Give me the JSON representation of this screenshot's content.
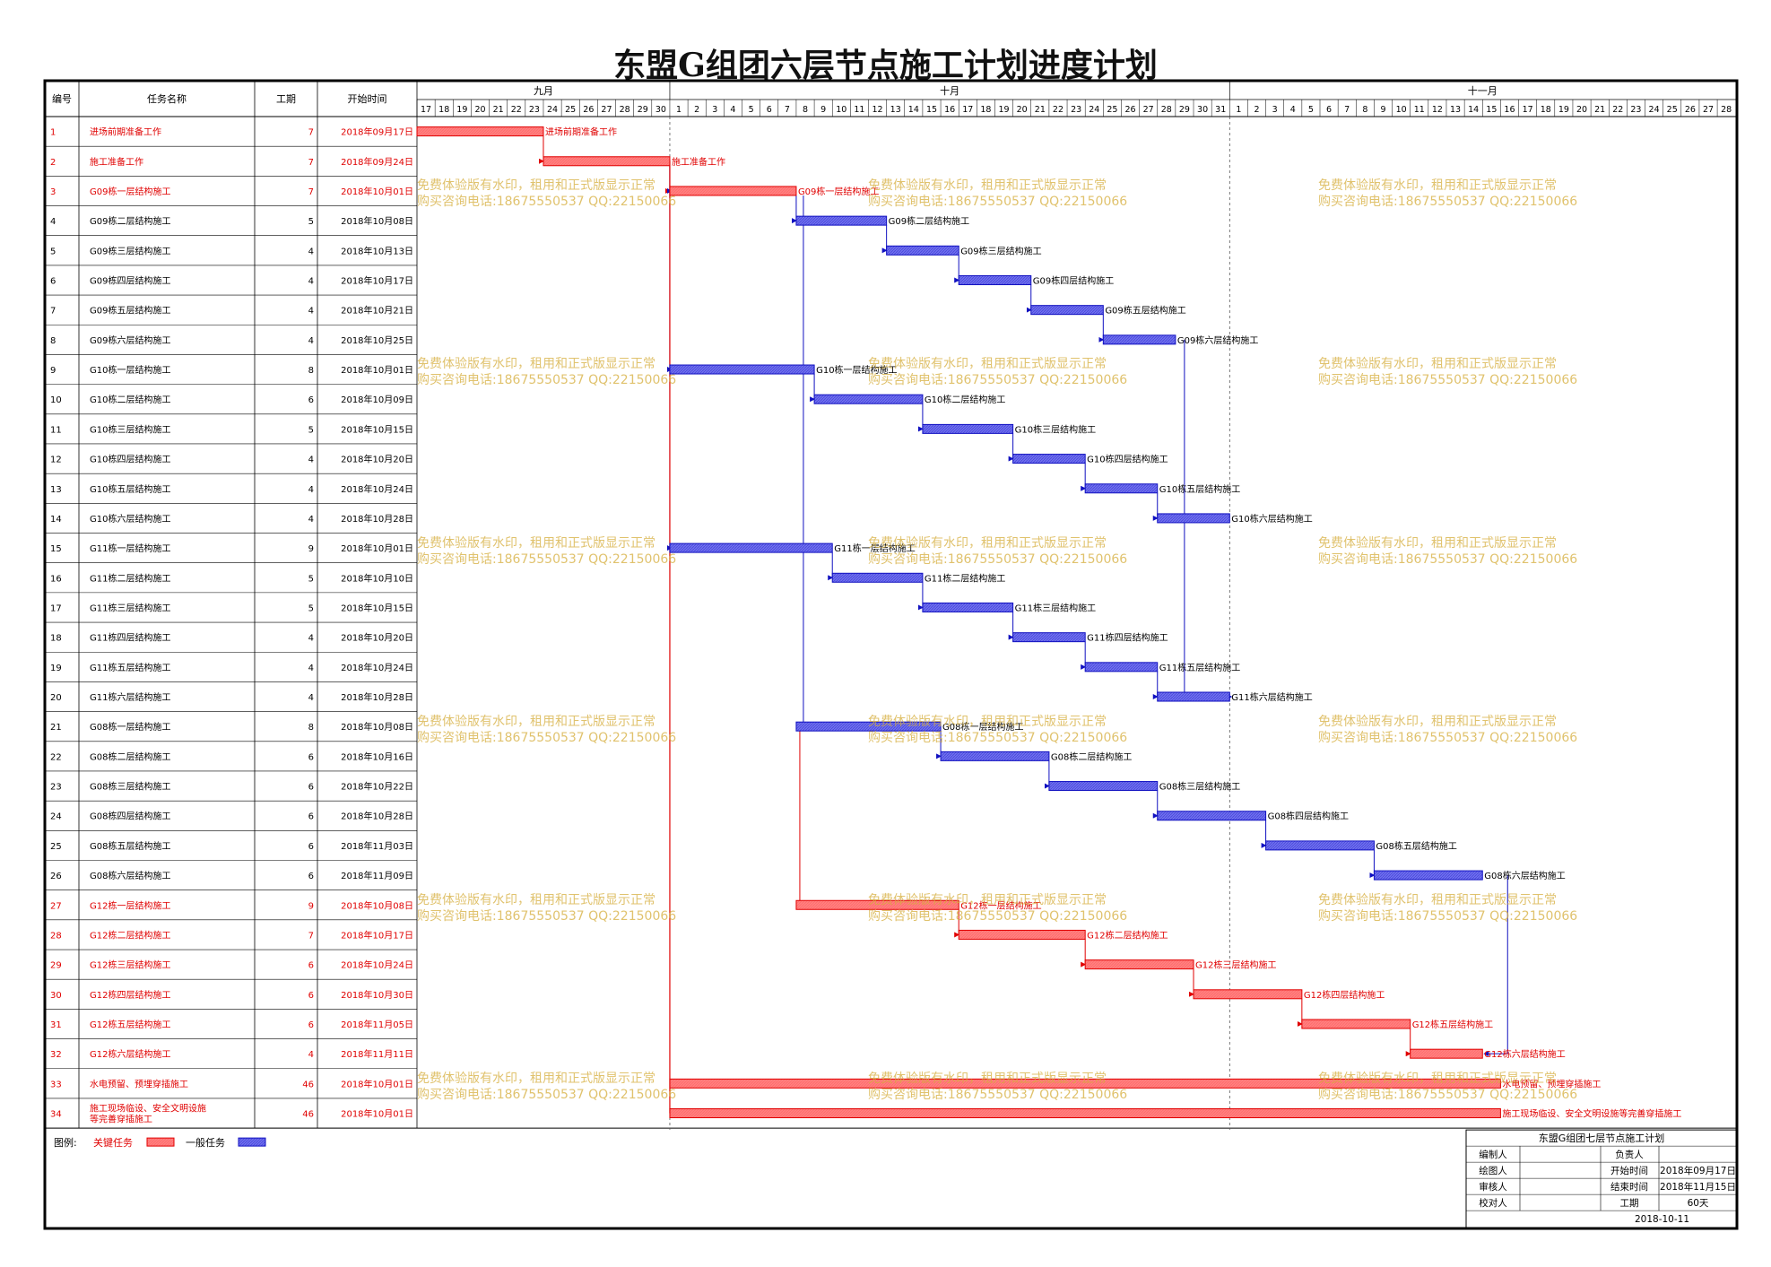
{
  "title": "东盟G组团六层节点施工计划进度计划",
  "columns": {
    "id": "编号",
    "name": "任务名称",
    "duration": "工期",
    "start": "开始时间"
  },
  "months": [
    "九月",
    "十月",
    "十一月"
  ],
  "colors": {
    "critical_fill": "#ff8080",
    "critical_stroke": "#e00000",
    "critical_text": "#e00000",
    "normal_fill": "#7070f0",
    "normal_stroke": "#1010c0",
    "normal_text": "#000000"
  },
  "legend": {
    "label": "图例:",
    "critical": "关键任务",
    "normal": "一般任务"
  },
  "watermark": {
    "line1": "免费体验版有水印，租用和正式版显示正常",
    "line2": "购买咨询电话:18675550537 QQ:22150066"
  },
  "info_box": {
    "header": "东盟G组团七层节点施工计划",
    "compiler": "编制人",
    "owner": "负责人",
    "drafter": "绘图人",
    "start_label": "开始时间",
    "start_value": "2018年09月17日",
    "reviewer": "审核人",
    "end_label": "结束时间",
    "end_value": "2018年11月15日",
    "checker": "校对人",
    "dur_label": "工期",
    "dur_value": "60天",
    "date": "2018-10-11"
  },
  "chart_data": {
    "type": "gantt",
    "title": "东盟G组团六层节点施工计划进度计划",
    "x_axis": {
      "start": "2018-09-17",
      "end": "2018-11-28",
      "unit": "day"
    },
    "tasks": [
      {
        "id": "1",
        "name": "进场前期准备工作",
        "duration": 7,
        "start_label": "2018年09月17日",
        "start": "2018-09-17",
        "critical": true
      },
      {
        "id": "2",
        "name": "施工准备工作",
        "duration": 7,
        "start_label": "2018年09月24日",
        "start": "2018-09-24",
        "critical": true
      },
      {
        "id": "3",
        "name": "G09栋一层结构施工",
        "duration": 7,
        "start_label": "2018年10月01日",
        "start": "2018-10-01",
        "critical": true
      },
      {
        "id": "4",
        "name": "G09栋二层结构施工",
        "duration": 5,
        "start_label": "2018年10月08日",
        "start": "2018-10-08",
        "critical": false
      },
      {
        "id": "5",
        "name": "G09栋三层结构施工",
        "duration": 4,
        "start_label": "2018年10月13日",
        "start": "2018-10-13",
        "critical": false
      },
      {
        "id": "6",
        "name": "G09栋四层结构施工",
        "duration": 4,
        "start_label": "2018年10月17日",
        "start": "2018-10-17",
        "critical": false
      },
      {
        "id": "7",
        "name": "G09栋五层结构施工",
        "duration": 4,
        "start_label": "2018年10月21日",
        "start": "2018-10-21",
        "critical": false
      },
      {
        "id": "8",
        "name": "G09栋六层结构施工",
        "duration": 4,
        "start_label": "2018年10月25日",
        "start": "2018-10-25",
        "critical": false
      },
      {
        "id": "9",
        "name": "G10栋一层结构施工",
        "duration": 8,
        "start_label": "2018年10月01日",
        "start": "2018-10-01",
        "critical": false
      },
      {
        "id": "10",
        "name": "G10栋二层结构施工",
        "duration": 6,
        "start_label": "2018年10月09日",
        "start": "2018-10-09",
        "critical": false
      },
      {
        "id": "11",
        "name": "G10栋三层结构施工",
        "duration": 5,
        "start_label": "2018年10月15日",
        "start": "2018-10-15",
        "critical": false
      },
      {
        "id": "12",
        "name": "G10栋四层结构施工",
        "duration": 4,
        "start_label": "2018年10月20日",
        "start": "2018-10-20",
        "critical": false
      },
      {
        "id": "13",
        "name": "G10栋五层结构施工",
        "duration": 4,
        "start_label": "2018年10月24日",
        "start": "2018-10-24",
        "critical": false
      },
      {
        "id": "14",
        "name": "G10栋六层结构施工",
        "duration": 4,
        "start_label": "2018年10月28日",
        "start": "2018-10-28",
        "critical": false
      },
      {
        "id": "15",
        "name": "G11栋一层结构施工",
        "duration": 9,
        "start_label": "2018年10月01日",
        "start": "2018-10-01",
        "critical": false
      },
      {
        "id": "16",
        "name": "G11栋二层结构施工",
        "duration": 5,
        "start_label": "2018年10月10日",
        "start": "2018-10-10",
        "critical": false
      },
      {
        "id": "17",
        "name": "G11栋三层结构施工",
        "duration": 5,
        "start_label": "2018年10月15日",
        "start": "2018-10-15",
        "critical": false
      },
      {
        "id": "18",
        "name": "G11栋四层结构施工",
        "duration": 4,
        "start_label": "2018年10月20日",
        "start": "2018-10-20",
        "critical": false
      },
      {
        "id": "19",
        "name": "G11栋五层结构施工",
        "duration": 4,
        "start_label": "2018年10月24日",
        "start": "2018-10-24",
        "critical": false
      },
      {
        "id": "20",
        "name": "G11栋六层结构施工",
        "duration": 4,
        "start_label": "2018年10月28日",
        "start": "2018-10-28",
        "critical": false
      },
      {
        "id": "21",
        "name": "G08栋一层结构施工",
        "duration": 8,
        "start_label": "2018年10月08日",
        "start": "2018-10-08",
        "critical": false
      },
      {
        "id": "22",
        "name": "G08栋二层结构施工",
        "duration": 6,
        "start_label": "2018年10月16日",
        "start": "2018-10-16",
        "critical": false
      },
      {
        "id": "23",
        "name": "G08栋三层结构施工",
        "duration": 6,
        "start_label": "2018年10月22日",
        "start": "2018-10-22",
        "critical": false
      },
      {
        "id": "24",
        "name": "G08栋四层结构施工",
        "duration": 6,
        "start_label": "2018年10月28日",
        "start": "2018-10-28",
        "critical": false
      },
      {
        "id": "25",
        "name": "G08栋五层结构施工",
        "duration": 6,
        "start_label": "2018年11月03日",
        "start": "2018-11-03",
        "critical": false
      },
      {
        "id": "26",
        "name": "G08栋六层结构施工",
        "duration": 6,
        "start_label": "2018年11月09日",
        "start": "2018-11-09",
        "critical": false
      },
      {
        "id": "27",
        "name": "G12栋一层结构施工",
        "duration": 9,
        "start_label": "2018年10月08日",
        "start": "2018-10-08",
        "critical": true
      },
      {
        "id": "28",
        "name": "G12栋二层结构施工",
        "duration": 7,
        "start_label": "2018年10月17日",
        "start": "2018-10-17",
        "critical": true
      },
      {
        "id": "29",
        "name": "G12栋三层结构施工",
        "duration": 6,
        "start_label": "2018年10月24日",
        "start": "2018-10-24",
        "critical": true
      },
      {
        "id": "30",
        "name": "G12栋四层结构施工",
        "duration": 6,
        "start_label": "2018年10月30日",
        "start": "2018-10-30",
        "critical": true
      },
      {
        "id": "31",
        "name": "G12栋五层结构施工",
        "duration": 6,
        "start_label": "2018年11月05日",
        "start": "2018-11-05",
        "critical": true
      },
      {
        "id": "32",
        "name": "G12栋六层结构施工",
        "duration": 4,
        "start_label": "2018年11月11日",
        "start": "2018-11-11",
        "critical": true
      },
      {
        "id": "33",
        "name": "水电预留、预埋穿插施工",
        "duration": 46,
        "start_label": "2018年10月01日",
        "start": "2018-10-01",
        "critical": true
      },
      {
        "id": "34",
        "name": "施工现场临设、安全文明设施等完善穿插施工",
        "duration": 46,
        "start_label": "2018年10月01日",
        "start": "2018-10-01",
        "critical": true
      }
    ],
    "links": [
      [
        1,
        2
      ],
      [
        2,
        3
      ],
      [
        3,
        4
      ],
      [
        4,
        5
      ],
      [
        5,
        6
      ],
      [
        6,
        7
      ],
      [
        7,
        8
      ],
      [
        9,
        10
      ],
      [
        10,
        11
      ],
      [
        11,
        12
      ],
      [
        12,
        13
      ],
      [
        13,
        14
      ],
      [
        15,
        16
      ],
      [
        16,
        17
      ],
      [
        17,
        18
      ],
      [
        18,
        19
      ],
      [
        19,
        20
      ],
      [
        21,
        22
      ],
      [
        22,
        23
      ],
      [
        23,
        24
      ],
      [
        24,
        25
      ],
      [
        25,
        26
      ],
      [
        27,
        28
      ],
      [
        28,
        29
      ],
      [
        29,
        30
      ],
      [
        30,
        31
      ],
      [
        31,
        32
      ]
    ]
  }
}
